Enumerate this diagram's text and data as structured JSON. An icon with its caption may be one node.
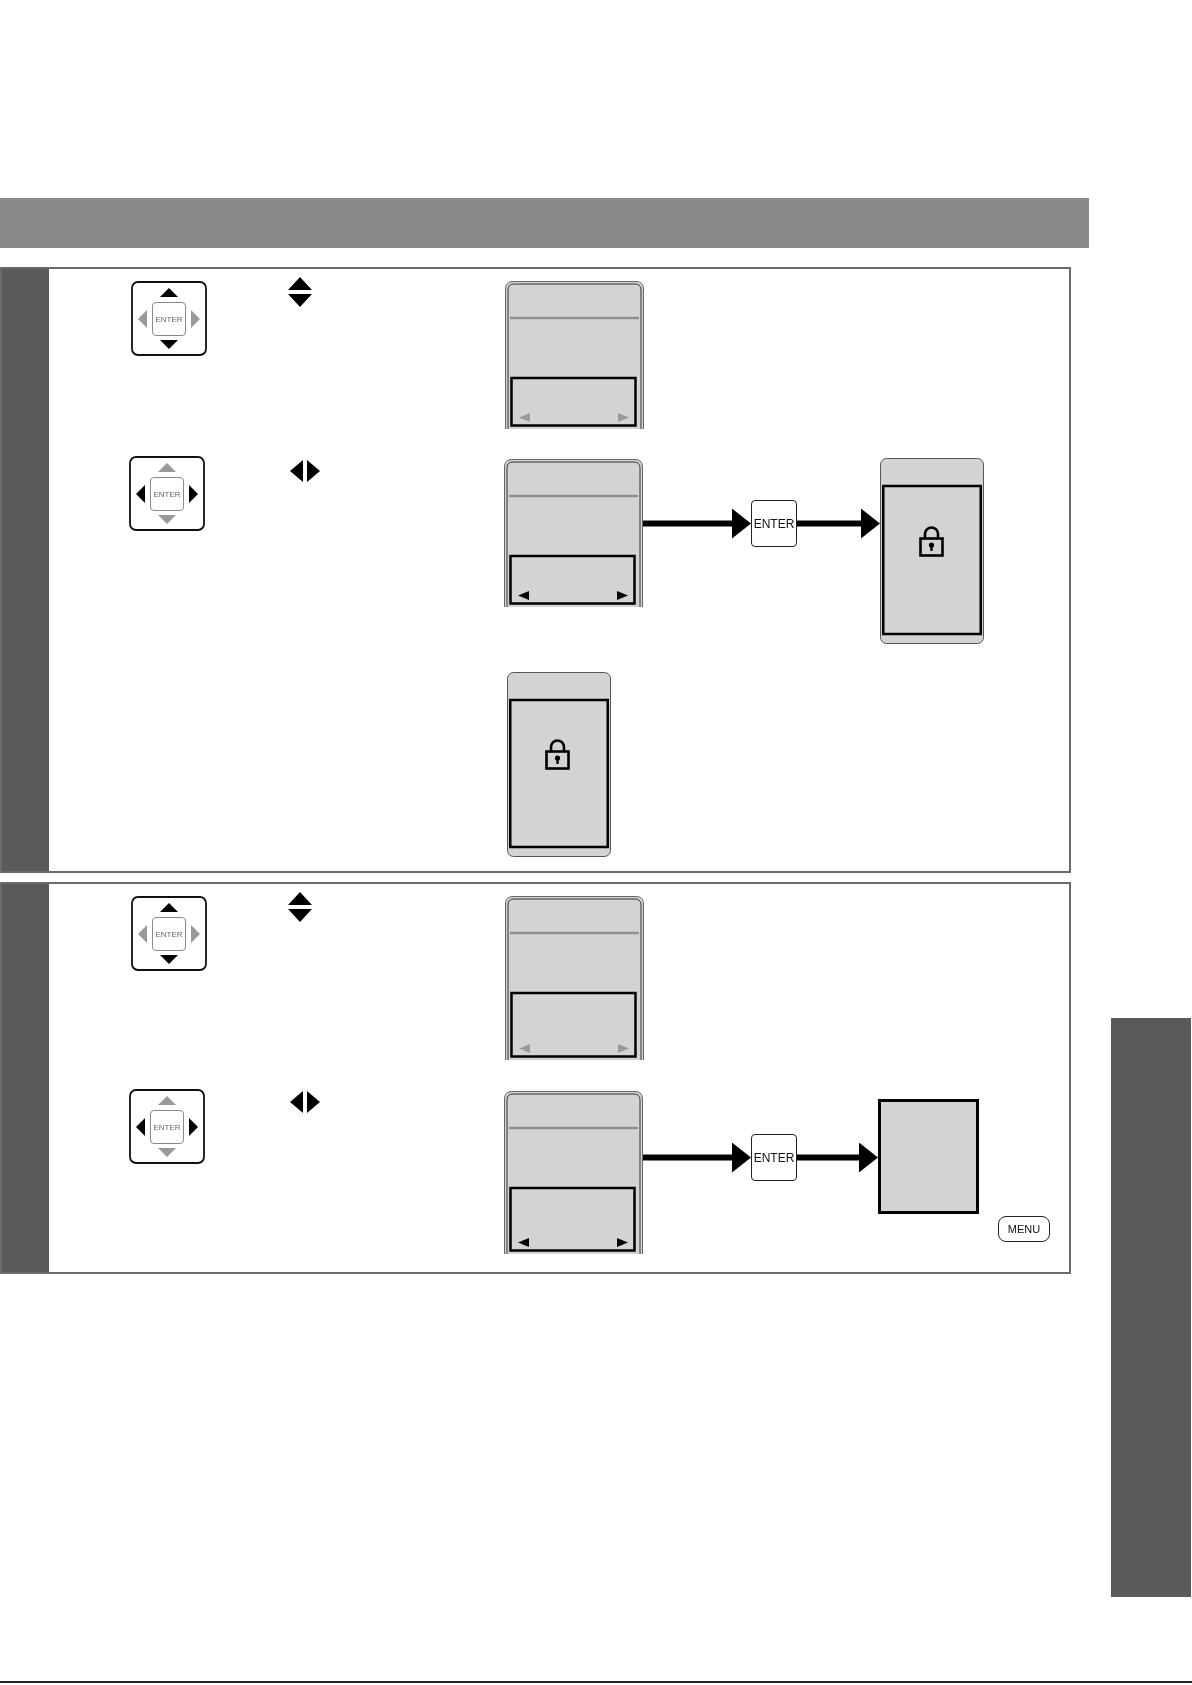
{
  "diagram": {
    "nodes": [
      {
        "text": [],
        "shape": "box"
      },
      {
        "text": [],
        "shape": "box",
        "in": 0
      },
      {
        "text": [],
        "shape": "box",
        "in": 0
      },
      {
        "text": [
          "ENTER"
        ],
        "in": 0
      },
      {
        "text": [],
        "shape": "box",
        "in": 0
      },
      {
        "text": [],
        "shape": "box",
        "in": 0
      },
      {
        "text": [],
        "shape": "box"
      },
      {
        "text": [],
        "shape": "box",
        "in": 6
      },
      {
        "text": [],
        "shape": "box",
        "in": 6
      },
      {
        "text": [
          "ENTER"
        ],
        "in": 6
      },
      {
        "text": [],
        "shape": "box",
        "in": 6
      },
      {
        "text": [],
        "shape": "bar"
      }
    ],
    "edges": [
      {
        "from": 2,
        "to": 3,
        "arrow": "to"
      },
      {
        "from": 3,
        "to": 4,
        "arrow": "to"
      },
      {
        "from": 8,
        "to": 9,
        "arrow": "to"
      },
      {
        "from": 9,
        "to": 10,
        "arrow": "to"
      }
    ],
    "labels": [
      "ENTER",
      "ENTER",
      "ENTER",
      "ENTER",
      "MENU"
    ]
  }
}
